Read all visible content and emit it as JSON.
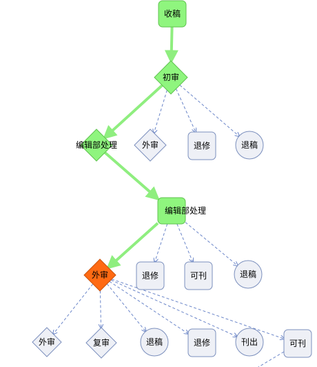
{
  "colors": {
    "active_fill": "#8ff57e",
    "active_stroke": "#5fc24f",
    "current_fill": "#ff6a13",
    "current_stroke": "#c9540f",
    "pending_fill": "#eef0f6",
    "pending_stroke": "#7b8fbd",
    "active_edge": "#8fee7f",
    "pending_edge": "#6b86c9"
  },
  "nodes": {
    "receive": {
      "label": "收稿",
      "shape": "rounded-rect",
      "state": "active"
    },
    "first_review": {
      "label": "初审",
      "shape": "diamond",
      "state": "active"
    },
    "editorial_1": {
      "label": "编辑部处理",
      "shape": "diamond",
      "state": "active"
    },
    "ext_review_1": {
      "label": "外审",
      "shape": "diamond",
      "state": "pending"
    },
    "revise_1": {
      "label": "退修",
      "shape": "rounded-rect",
      "state": "pending"
    },
    "reject_1": {
      "label": "退稿",
      "shape": "circle",
      "state": "pending"
    },
    "editorial_2": {
      "label": "编辑部处理",
      "shape": "rounded-rect",
      "state": "active"
    },
    "ext_review_2": {
      "label": "外审",
      "shape": "diamond",
      "state": "current"
    },
    "revise_2": {
      "label": "退修",
      "shape": "rounded-rect",
      "state": "pending"
    },
    "publishable_1": {
      "label": "可刊",
      "shape": "rounded-rect",
      "state": "pending"
    },
    "reject_2": {
      "label": "退稿",
      "shape": "circle",
      "state": "pending"
    },
    "ext_review_3": {
      "label": "外审",
      "shape": "diamond",
      "state": "pending"
    },
    "re_review": {
      "label": "复审",
      "shape": "diamond",
      "state": "pending"
    },
    "reject_3": {
      "label": "退稿",
      "shape": "circle",
      "state": "pending"
    },
    "revise_3": {
      "label": "退修",
      "shape": "rounded-rect",
      "state": "pending"
    },
    "published": {
      "label": "刊出",
      "shape": "circle",
      "state": "pending"
    },
    "publishable_2": {
      "label": "可刊",
      "shape": "rounded-rect",
      "state": "pending"
    }
  },
  "edges": [
    {
      "from": "receive",
      "to": "first_review",
      "state": "active"
    },
    {
      "from": "first_review",
      "to": "editorial_1",
      "state": "active"
    },
    {
      "from": "first_review",
      "to": "ext_review_1",
      "state": "pending"
    },
    {
      "from": "first_review",
      "to": "revise_1",
      "state": "pending"
    },
    {
      "from": "first_review",
      "to": "reject_1",
      "state": "pending"
    },
    {
      "from": "editorial_1",
      "to": "editorial_2",
      "state": "active"
    },
    {
      "from": "editorial_2",
      "to": "ext_review_2",
      "state": "active"
    },
    {
      "from": "editorial_2",
      "to": "revise_2",
      "state": "pending"
    },
    {
      "from": "editorial_2",
      "to": "publishable_1",
      "state": "pending"
    },
    {
      "from": "editorial_2",
      "to": "reject_2",
      "state": "pending"
    },
    {
      "from": "ext_review_2",
      "to": "ext_review_3",
      "state": "pending"
    },
    {
      "from": "ext_review_2",
      "to": "re_review",
      "state": "pending"
    },
    {
      "from": "ext_review_2",
      "to": "reject_3",
      "state": "pending"
    },
    {
      "from": "ext_review_2",
      "to": "revise_3",
      "state": "pending"
    },
    {
      "from": "ext_review_2",
      "to": "published",
      "state": "pending"
    },
    {
      "from": "ext_review_2",
      "to": "publishable_2",
      "state": "pending"
    },
    {
      "from": "publishable_2",
      "to": "offscreen",
      "state": "pending"
    }
  ]
}
